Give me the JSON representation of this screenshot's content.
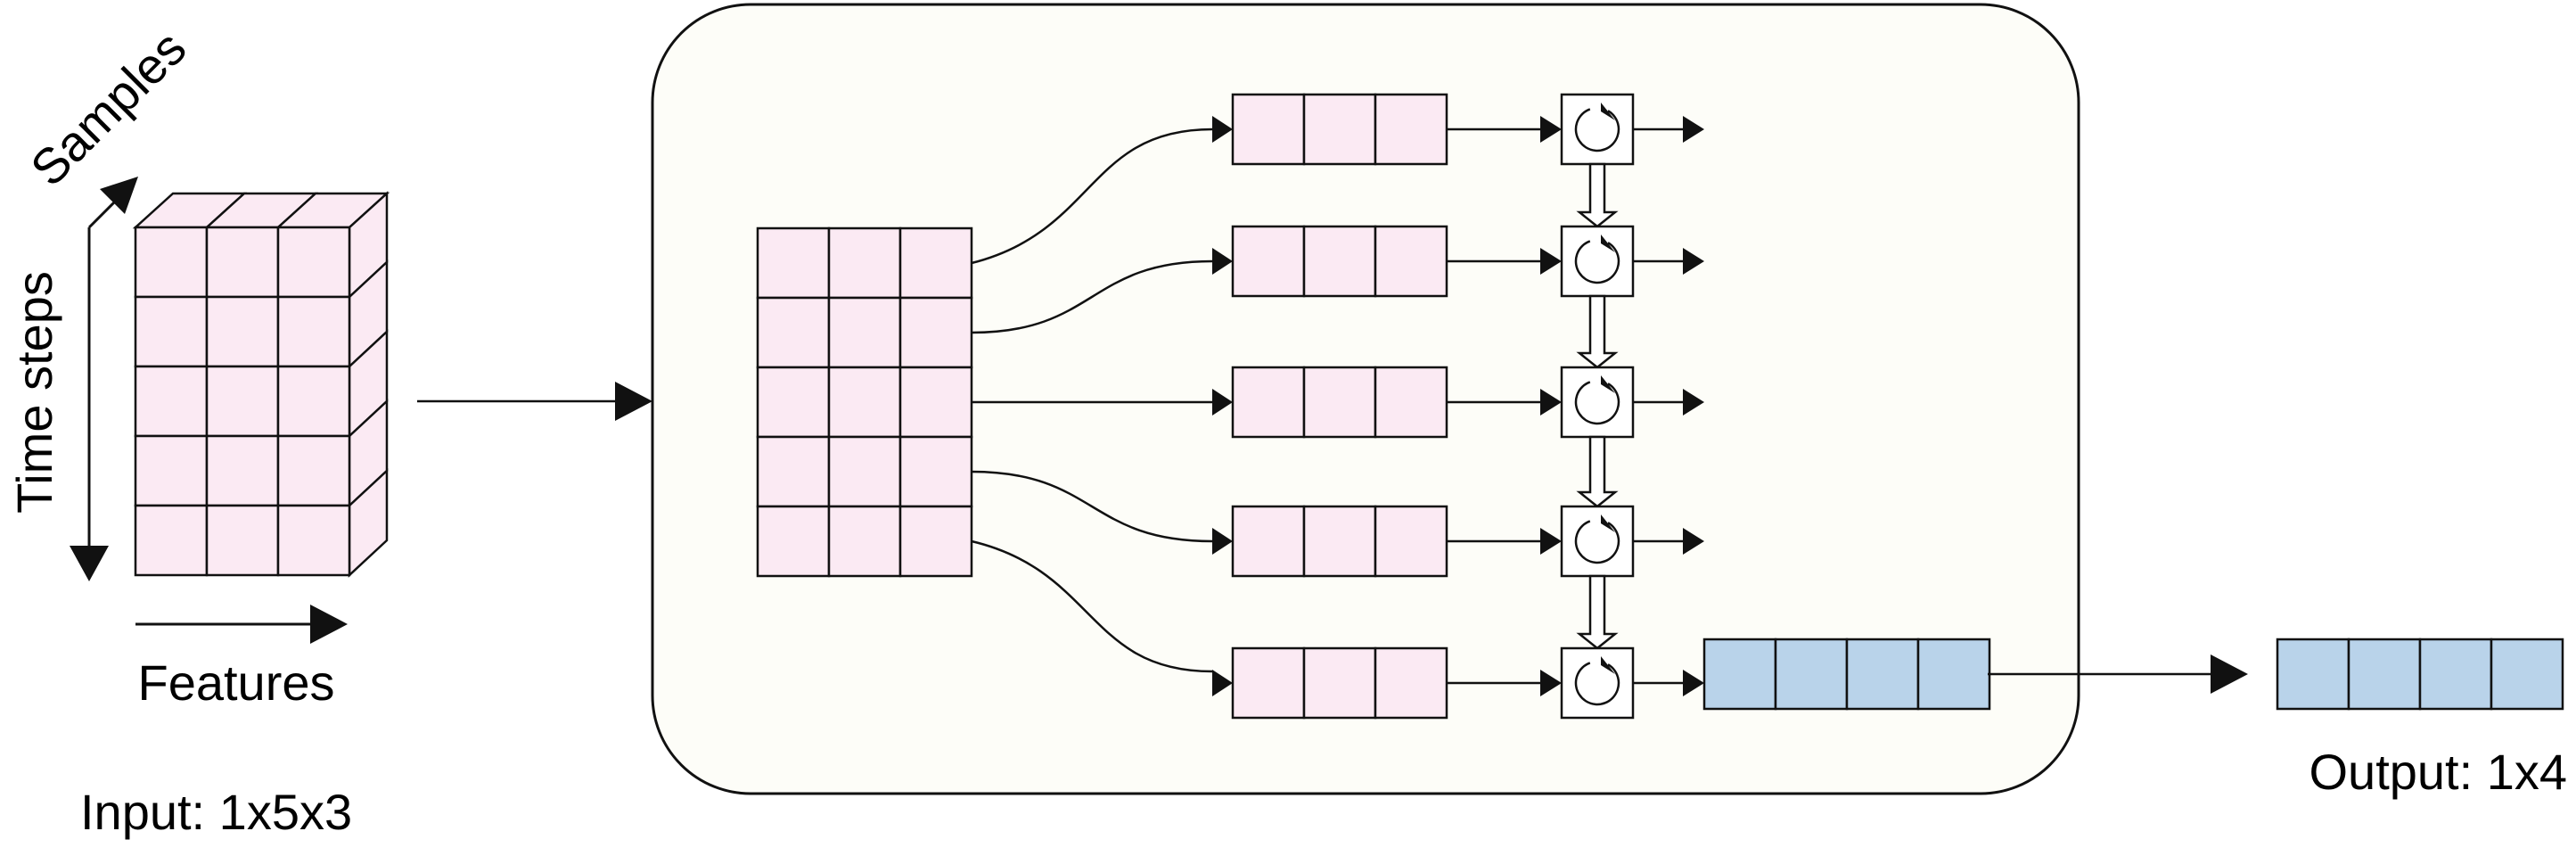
{
  "labels": {
    "samples": "Samples",
    "time_steps": "Time steps",
    "features": "Features",
    "input": "Input: 1x5x3",
    "output": "Output: 1x4"
  },
  "input_tensor": {
    "rows": 5,
    "cols": 3,
    "color": "#fbeaf3"
  },
  "sequence_steps": 5,
  "step_vector_cells": 3,
  "hidden_state_cells": 4,
  "colors": {
    "input_cell": "#fbeaf3",
    "output_cell": "#b9d3ea",
    "panel_fill": "#fdfdf8",
    "stroke": "#111111"
  },
  "icons": {
    "recurrent_cell": "recurrent-loop-icon"
  }
}
